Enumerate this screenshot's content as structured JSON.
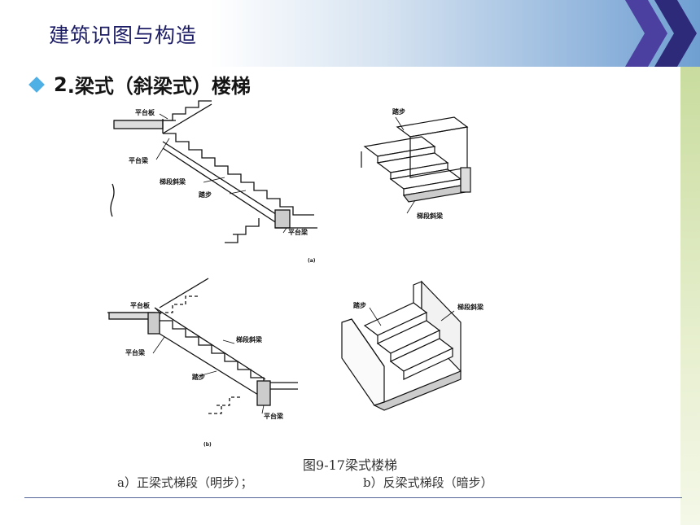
{
  "header": {
    "title": "建筑识图与构造"
  },
  "section": {
    "number": "2",
    "title": ".梁式（斜梁式）楼梯"
  },
  "figure": {
    "a_labels": {
      "platform_slab": "平台板",
      "platform_beam_top": "平台梁",
      "inclined_beam": "梯段斜梁",
      "tread": "踏步",
      "platform_beam_bottom": "平台梁",
      "marker": "(a)"
    },
    "a_iso_labels": {
      "tread": "踏步",
      "inclined_beam": "梯段斜梁"
    },
    "b_labels": {
      "platform_slab": "平台板",
      "inclined_beam": "梯段斜梁",
      "platform_beam_top": "平台梁",
      "tread": "踏步",
      "platform_beam_bottom": "平台梁",
      "marker": "(b)"
    },
    "b_iso_labels": {
      "tread": "踏步",
      "inclined_beam": "梯段斜梁"
    },
    "caption": "图9-17梁式楼梯",
    "sub_a": "a）正梁式梯段（明步）；",
    "sub_b": "b）反梁式梯段（暗步）"
  },
  "colors": {
    "title": "#1c1c66",
    "accent": "#4fb0e6",
    "chevron": "#3a2f8f"
  }
}
